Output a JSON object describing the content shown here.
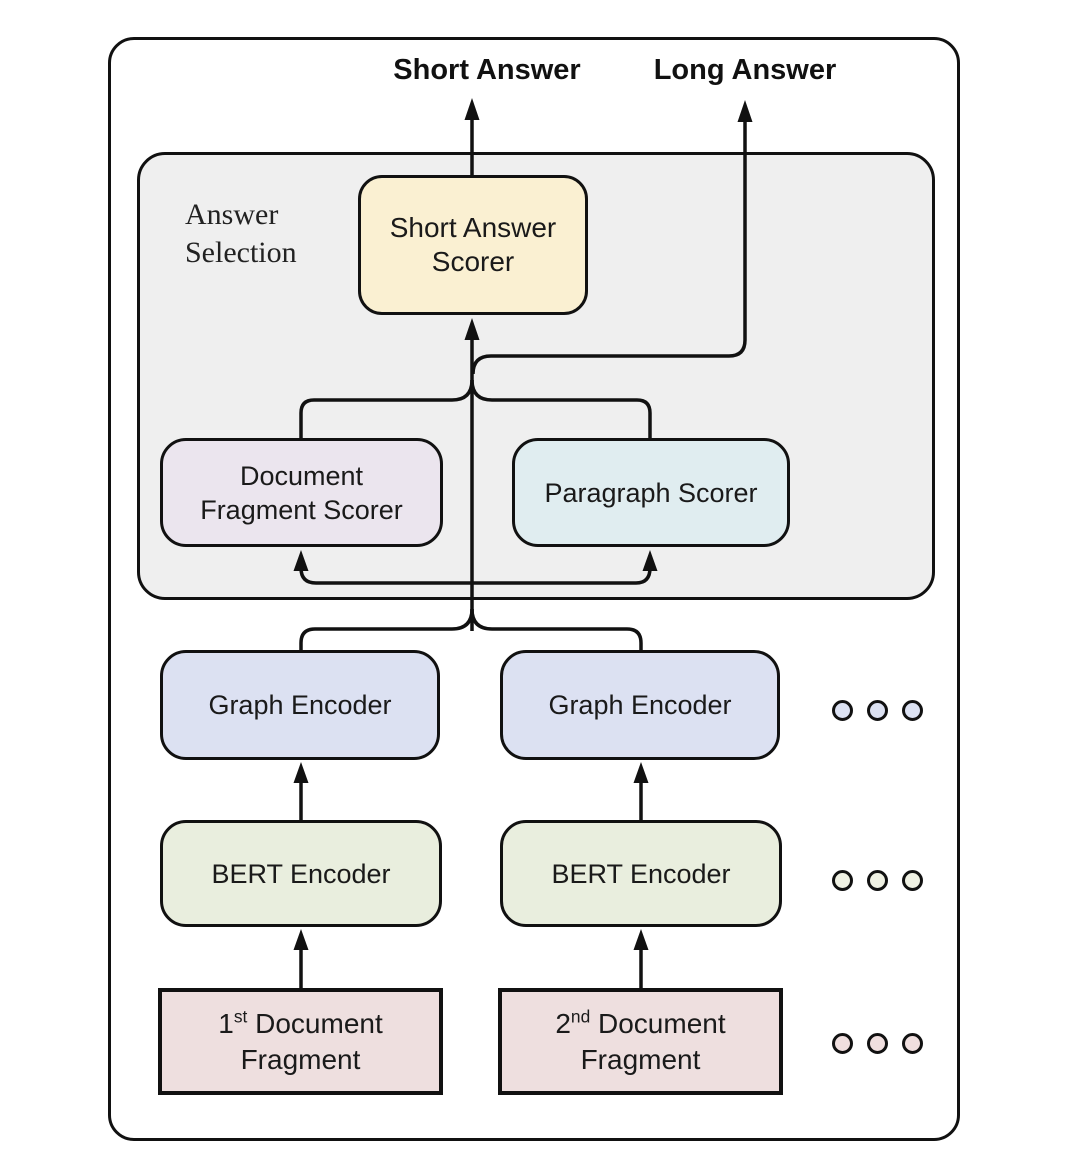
{
  "labels": {
    "short_answer_output": "Short Answer",
    "long_answer_output": "Long Answer",
    "panel_line1": "Answer",
    "panel_line2": "Selection"
  },
  "nodes": {
    "short_answer_scorer": {
      "line1": "Short Answer",
      "line2": "Scorer",
      "fill": "#FAF0D2"
    },
    "document_fragment_scorer": {
      "line1": "Document",
      "line2": "Fragment Scorer",
      "fill": "#EBE5EE"
    },
    "paragraph_scorer": {
      "label": "Paragraph Scorer",
      "fill": "#E0EDF0"
    },
    "graph_encoder_left": {
      "label": "Graph Encoder",
      "fill": "#DCE1F2"
    },
    "graph_encoder_right": {
      "label": "Graph Encoder",
      "fill": "#DCE1F2"
    },
    "bert_encoder_left": {
      "label": "BERT Encoder",
      "fill": "#E9EEDE"
    },
    "bert_encoder_right": {
      "label": "BERT Encoder",
      "fill": "#E9EEDE"
    },
    "document_fragment_1": {
      "ordinal": "1",
      "superscript": "st",
      "rest": " Document",
      "line2": "Fragment",
      "fill": "#EEDFDF"
    },
    "document_fragment_2": {
      "ordinal": "2",
      "superscript": "nd",
      "rest": " Document",
      "line2": "Fragment",
      "fill": "#EEDFDF"
    }
  },
  "ellipsis_rows": {
    "graph_row_dots": 3,
    "bert_row_dots": 3,
    "fragment_row_dots": 3
  },
  "colors": {
    "canvas_bg": "#FFFFFF",
    "panel_bg": "#EFEFEF",
    "outline": "#111111",
    "dot_graph_fill": "#DCE1F2",
    "dot_bert_fill": "#EFF1E3",
    "dot_fragment_fill": "#F0DFDF"
  }
}
